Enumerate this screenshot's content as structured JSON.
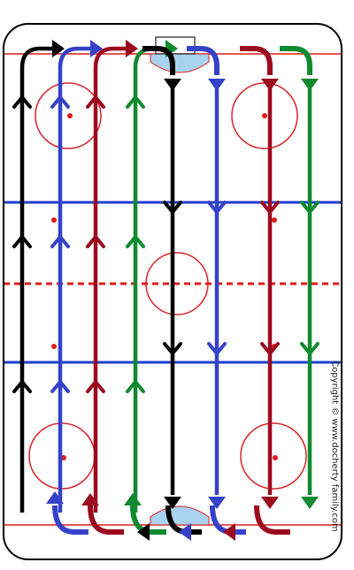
{
  "copyright": "Copyright © www.docherty family.com",
  "colors": {
    "background": "#ffffff",
    "boards": "#000000",
    "red_line": "#e01b1b",
    "blue_line": "#1f3fcf",
    "crease": "#a9d2ef",
    "circle": "#d8242b"
  },
  "drill": {
    "lanes": [
      {
        "color": "#000000",
        "direction": "up"
      },
      {
        "color": "#3442c8",
        "direction": "up"
      },
      {
        "color": "#9c0a1e",
        "direction": "up"
      },
      {
        "color": "#0f8a2e",
        "direction": "up"
      },
      {
        "color": "#000000",
        "direction": "down"
      },
      {
        "color": "#3442c8",
        "direction": "down"
      },
      {
        "color": "#9c0a1e",
        "direction": "down"
      },
      {
        "color": "#0f8a2e",
        "direction": "down"
      }
    ]
  }
}
